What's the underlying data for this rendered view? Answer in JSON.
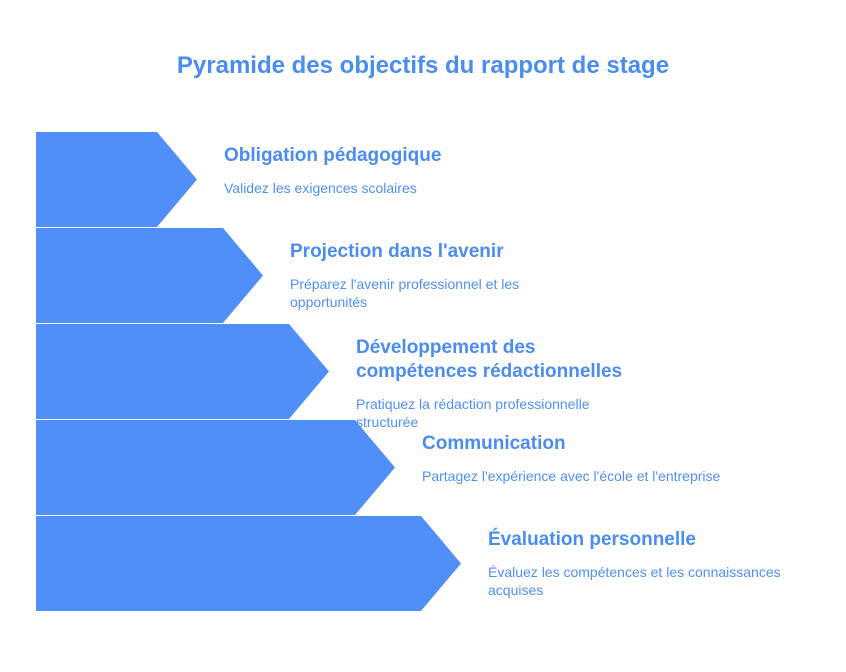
{
  "title": "Pyramide des objectifs du rapport de stage",
  "color": "#4f8ff7",
  "levels": [
    {
      "title": "Obligation pédagogique",
      "desc": "Validez les exigences scolaires"
    },
    {
      "title": "Projection dans l'avenir",
      "desc": "Préparez l'avenir professionnel et les opportunités"
    },
    {
      "title": "Développement des compétences rédactionnelles",
      "desc": "Pratiquez la rédaction professionnelle structurée"
    },
    {
      "title": "Communication",
      "desc": "Partagez l'expérience avec l'école et l'entreprise"
    },
    {
      "title": "Évaluation personnelle",
      "desc": "Évaluez les compétences et les connaissances acquises"
    }
  ]
}
